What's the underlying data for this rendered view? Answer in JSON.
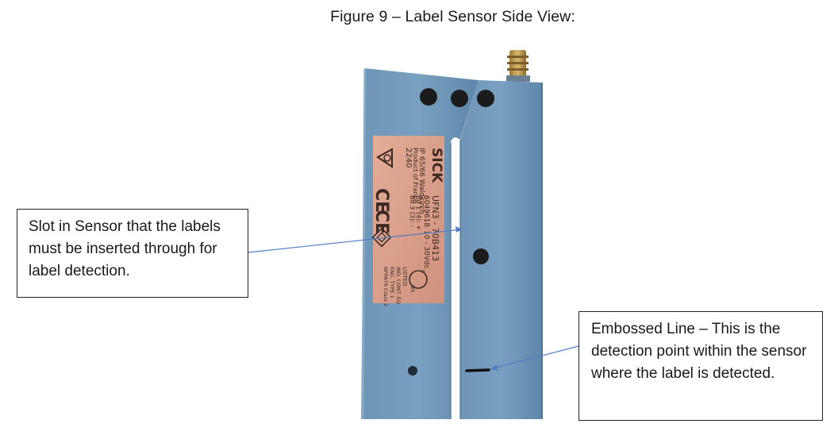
{
  "figure": {
    "caption": "Figure 9 – Label Sensor Side View:",
    "device_label": {
      "brand": "SICK",
      "ip_line": "IP 65/66 Waldkirch",
      "origin_line": "Product of France",
      "date_code": "2240",
      "model": "UFN3 - 70B413",
      "part_number": "6049618",
      "voltage": "10 - 30Vdc",
      "line_a": "Bd 1 (4): +",
      "line_b": "Bd 3 (3): -",
      "cert_listed": "LISTED",
      "ind_eq": "IND. CONT. EQ",
      "enc_type": "ENC. TYPE 1",
      "class_line": "NFPA79 Class 2"
    },
    "markings": {
      "ce": "CE",
      "ul_c": "c",
      "ul_us": "us"
    }
  },
  "callouts": {
    "slot": "Slot in Sensor that the labels must be inserted through for label detection.",
    "embossed": "Embossed Line – This is the detection point within the sensor where the label is detected."
  },
  "colors": {
    "sensor_body": "#5f87aa",
    "sensor_highlight": "#7a9fbf",
    "label_plate": "#d9a08c",
    "pointer_line": "#4f7ec2"
  }
}
